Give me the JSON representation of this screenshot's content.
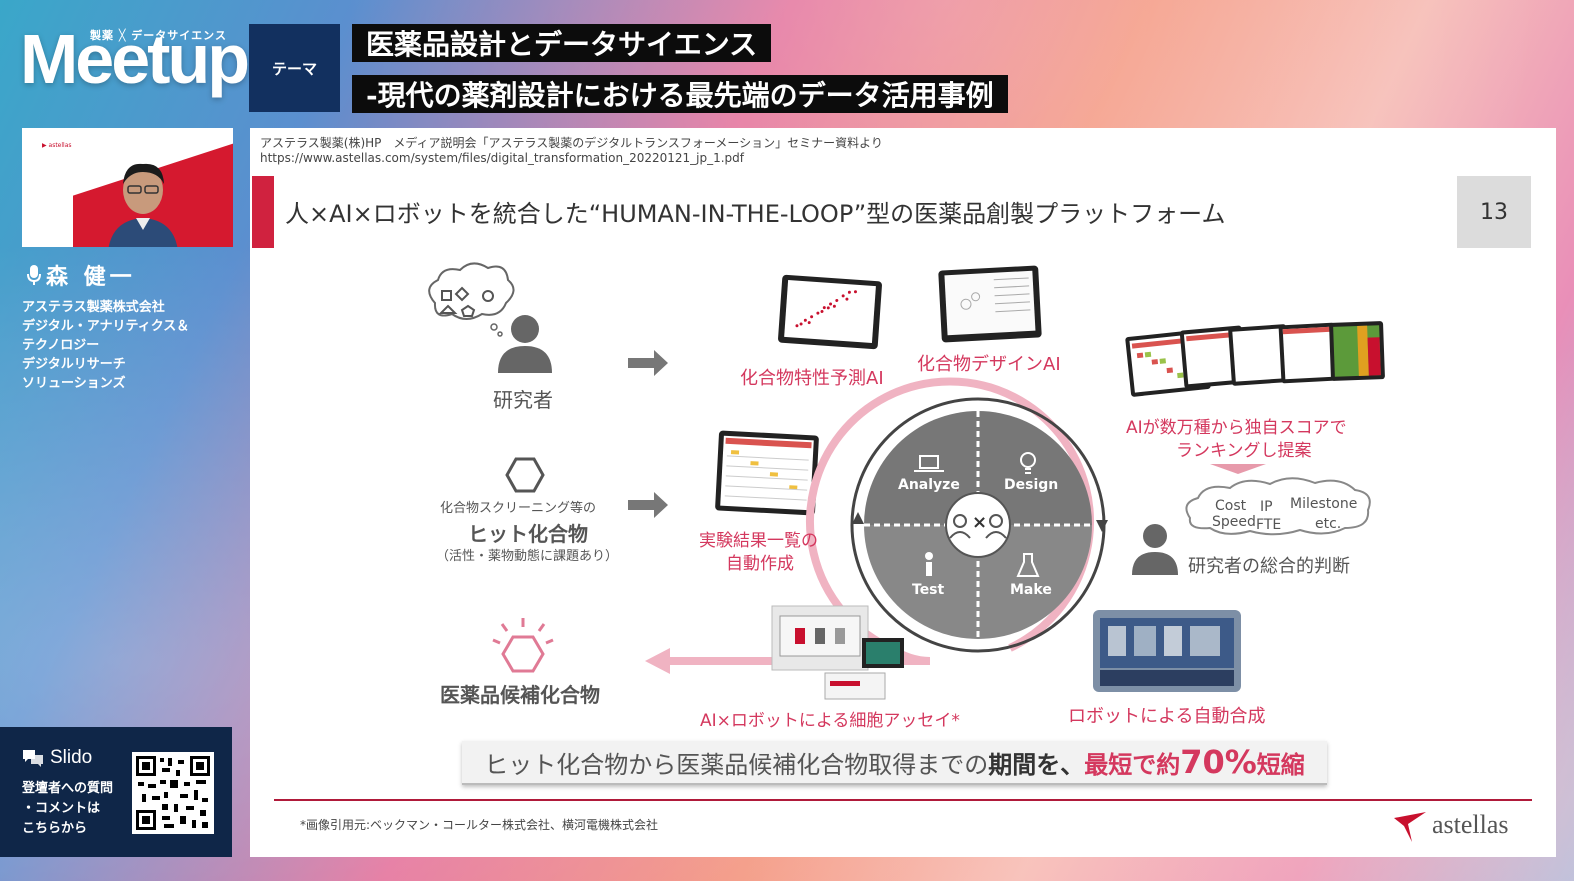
{
  "header": {
    "logo_small": "製薬 ╳ データサイエンス",
    "logo_big": "Meetup",
    "theme_label": "テーマ",
    "title_line1": "医薬品設計とデータサイエンス",
    "title_line2": "-現代の薬剤設計における最先端のデータ活用事例"
  },
  "speaker": {
    "name": "森 健一",
    "affiliation": [
      "アステラス製薬株式会社",
      "デジタル・アナリティクス＆",
      "テクノロジー",
      "デジタルリサーチ",
      "ソリューションズ"
    ]
  },
  "slido": {
    "title": "Slido",
    "text": [
      "登壇者への質問",
      "・コメントは",
      "こちらから"
    ]
  },
  "slide": {
    "source_line1": "アステラス製薬(株)HP　メディア説明会「アステラス製薬のデジタルトランスフォーメーション」セミナー資料より",
    "source_line2": "https://www.astellas.com/system/files/digital_transformation_20220121_jp_1.pdf",
    "title": "人×AI×ロボットを統合した“HUMAN-IN-THE-LOOP”型の医薬品創製プラットフォーム",
    "page_number": "13",
    "researcher": "研究者",
    "property_ai": "化合物特性予測AI",
    "design_ai": "化合物デザインAI",
    "ranking_line1": "AIが数万種から独自スコアで",
    "ranking_line2": "ランキングし提案",
    "hit_sub": "化合物スクリーニング等の",
    "hit_main": "ヒット化合物",
    "hit_note": "（活性・薬物動態に課題あり）",
    "auto_report_line1": "実験結果一覧の",
    "auto_report_line2": "自動作成",
    "cycle": {
      "analyze": "Analyze",
      "design": "Design",
      "test": "Test",
      "make": "Make",
      "center": "×"
    },
    "cloud": {
      "cost": "Cost",
      "speed": "Speed",
      "ip": "IP",
      "fte": "FTE",
      "milestone": "Milestone",
      "etc": "etc."
    },
    "judgment": "研究者の総合的判断",
    "candidate": "医薬品候補化合物",
    "cell_assay": "AI×ロボットによる細胞アッセイ*",
    "auto_synth": "ロボットによる自動合成",
    "summary_a": "ヒット化合物から医薬品候補化合物取得までの",
    "summary_b": "期間を、",
    "summary_c": "最短で約",
    "summary_d": "70%",
    "summary_e": "短縮",
    "footnote": "*画像引用元:ベックマン・コールター株式会社、横河電機株式会社",
    "brand": "astellas"
  },
  "colors": {
    "accent": "#d4385e",
    "header_blue": "#12305f",
    "dark_bar": "#0c0c0c"
  }
}
